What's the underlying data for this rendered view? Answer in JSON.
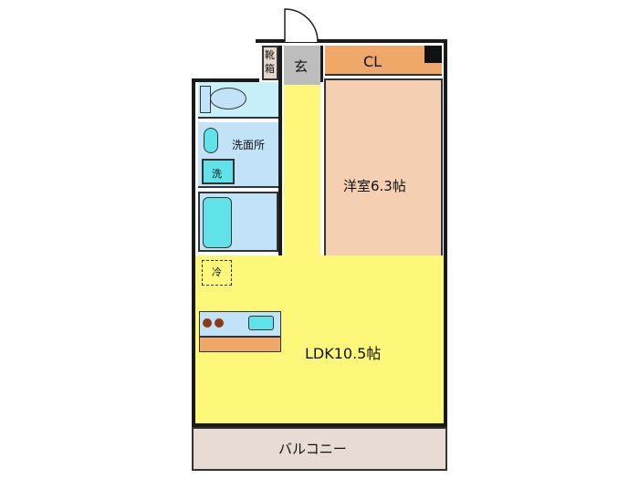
{
  "floorplan": {
    "rooms": {
      "entrance": {
        "label": "玄",
        "color": "#bdbdbd"
      },
      "shoe_box": {
        "label": "靴箱",
        "label_top": "靴",
        "label_bottom": "箱",
        "color": "#e6d6cc"
      },
      "closet": {
        "label": "CL",
        "color": "#f0a868"
      },
      "bedroom": {
        "label": "洋室6.3帖",
        "color": "#f4cfb2"
      },
      "toilet": {
        "label": "",
        "color": "#c8f0fa"
      },
      "washroom": {
        "label": "洗面所",
        "color": "#c2e3f7"
      },
      "washer": {
        "label": "洗",
        "color": "#5fe3e8"
      },
      "bath": {
        "label": "",
        "color": "#c2e3f7"
      },
      "hallway": {
        "label": "",
        "color": "#fdf87a"
      },
      "ldk": {
        "label": "LDK10.5帖",
        "color": "#fdf87a"
      },
      "fridge": {
        "label": "冷"
      },
      "kitchen_counter": {
        "color": "#f0a868"
      },
      "balcony": {
        "label": "バルコニー",
        "color": "#e8dbd3"
      }
    },
    "colors": {
      "wall": "#1a1a1a",
      "fixture": "#5fe3e8",
      "stove": "#8b3a14"
    }
  }
}
